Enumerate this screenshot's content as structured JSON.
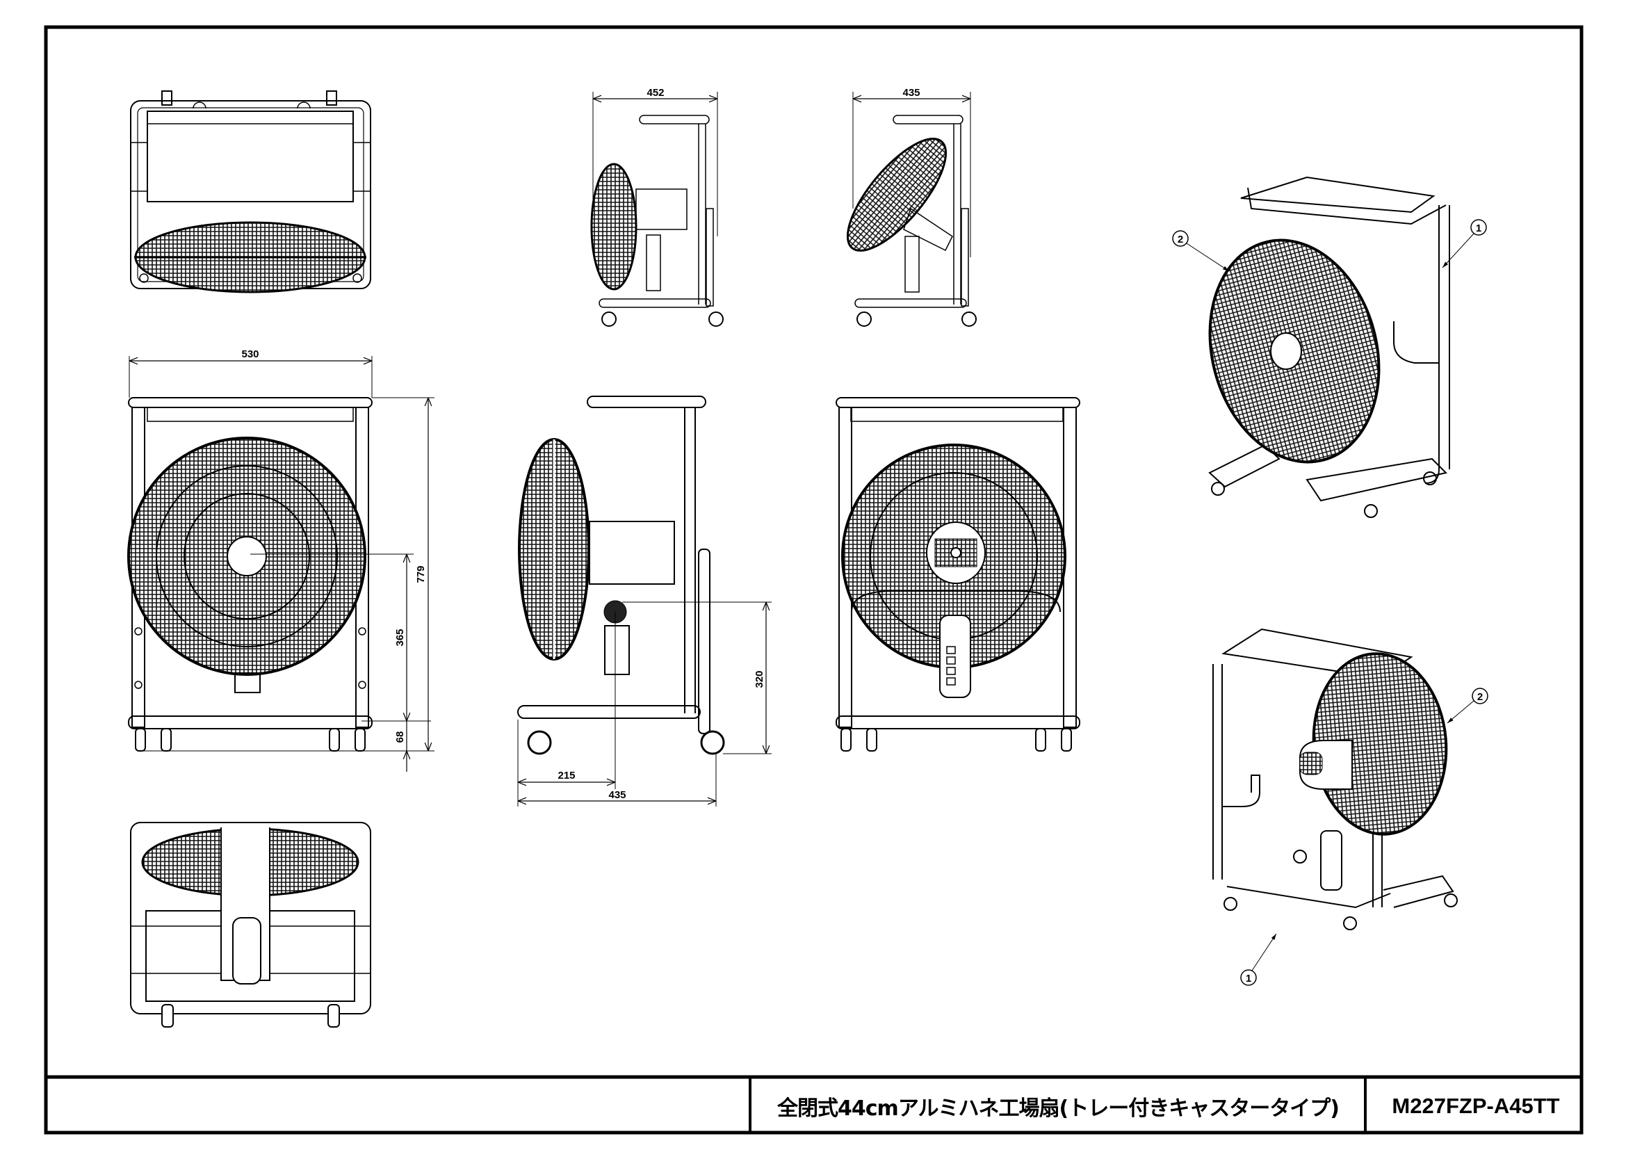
{
  "title_block": {
    "product_name": "全閉式44cmアルミハネ工場扇(トレー付きキャスタータイプ)",
    "model_number": "M227FZP-A45TT",
    "blank_cell": ""
  },
  "views": {
    "top_view": {
      "label": "top-view"
    },
    "front_view": {
      "width_dim": "530",
      "height_dim": "779",
      "axis_height_dim": "365",
      "base_height_dim": "68"
    },
    "bottom_view": {
      "label": "bottom-view"
    },
    "side_view_upright": {
      "depth_dim": "452"
    },
    "side_view_tilted": {
      "depth_dim": "435"
    },
    "side_view_large": {
      "pivot_height_dim": "320",
      "pivot_offset_dim": "215",
      "base_depth_dim": "435"
    },
    "rear_view": {
      "label": "rear-view"
    },
    "iso_view_front": {
      "balloons": [
        "1",
        "2"
      ]
    },
    "iso_view_rear": {
      "balloons": [
        "2",
        "1"
      ]
    }
  },
  "parts": [
    {
      "balloon": "1",
      "name": "caster-frame-with-tray"
    },
    {
      "balloon": "2",
      "name": "fan-head"
    }
  ]
}
